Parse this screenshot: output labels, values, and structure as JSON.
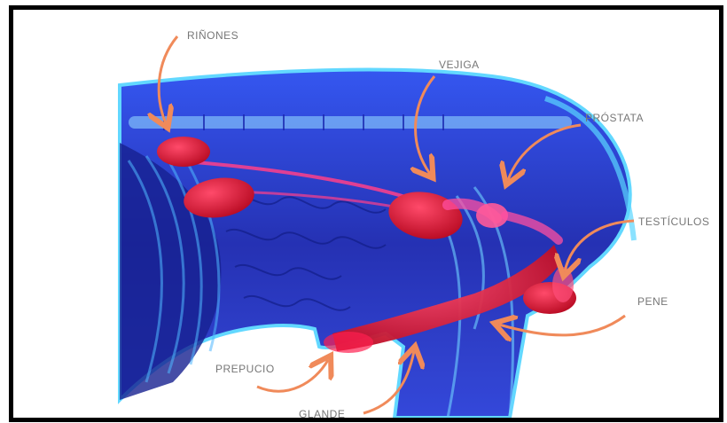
{
  "labels": {
    "kidneys": "RIÑONES",
    "bladder": "VEJIGA",
    "prostate": "PRÓSTATA",
    "testicles": "TESTÍCULOS",
    "penis": "PENE",
    "prepuce": "PREPUCIO",
    "glans": "GLANDE"
  },
  "colors": {
    "body_blue": "#1e2fb8",
    "body_glow": "#5ad6ff",
    "organ_red": "#e0142e",
    "organ_pink": "#ff4fa0",
    "arrow": "#f08a5a",
    "label_text": "#777777",
    "frame_border": "#000000"
  }
}
